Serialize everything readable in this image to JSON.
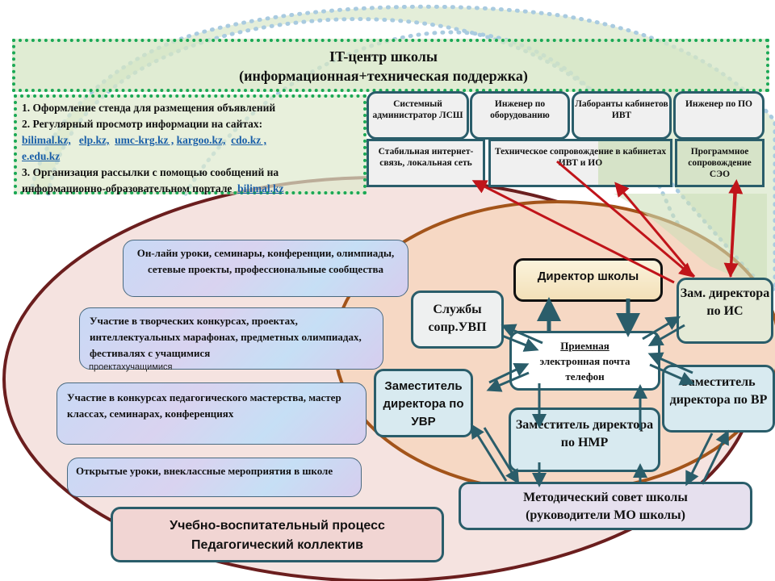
{
  "it_center": {
    "title_line1": "IT-центр  школы",
    "title_line2": "(информационная+техническая  поддержка)"
  },
  "info_tasks": {
    "item1": "1. Оформление стенда для размещения объявлений",
    "item2": "2. Регулярный просмотр информации на сайтах:",
    "sites": [
      "bilimal.kz,",
      "elp.kz,",
      "umc-krg.kz ,",
      "kargoo.kz,",
      "cdo.kz ,",
      "e.edu.kz"
    ],
    "item3": "3. Организация рассылки с помощью сообщений на информационно-образовательном портале",
    "portal_link": "bilimal.kz"
  },
  "roles": [
    {
      "label": "Системный администратор ЛСШ"
    },
    {
      "label": "Инженер по оборудованию"
    },
    {
      "label": "Лаборанты кабинетов ИВТ"
    },
    {
      "label": "Инженер по ПО"
    }
  ],
  "services": [
    {
      "label": "Стабильная интернет-связь, локальная сеть"
    },
    {
      "label": "Техническое сопровождение в кабинетах ИВТ и ИО"
    },
    {
      "label": "Программное сопровождение СЭО"
    }
  ],
  "activities": [
    {
      "label": "Он-лайн уроки, семинары, конференции, олимпиады, сетевые проекты, профессиональные сообщества"
    },
    {
      "label": "Участие в творческих конкурсах, проектах, интеллектуальных марафонах, предметных олимпиадах, фестивалях с учащимися",
      "overflow": "проектахучащимися"
    },
    {
      "label": "Участие в конкурсах педагогического мастерства, мастер классах, семинарах, конференциях"
    },
    {
      "label": "Открытые уроки, внеклассные мероприятия в школе"
    }
  ],
  "process": {
    "line1": "Учебно-воспитательный  процесс",
    "line2": "Педагогический  коллектив"
  },
  "org": {
    "director": "Директор школы",
    "services_uvp": "Службы сопр.УВП",
    "deputy_is": "Зам. директора по ИС",
    "reception_title": "Приемная",
    "reception_line2": "электронная почта",
    "reception_line3": "телефон",
    "deputy_uvr": "Заместитель директора по УВР",
    "deputy_vr": "Заместитель директора по ВР",
    "deputy_nmr": "Заместитель директора по НМР",
    "method_council_line1": "Методический совет школы",
    "method_council_line2": "(руководители МО школы)"
  },
  "colors": {
    "arrow_teal": "#2a5d6a",
    "arrow_red": "#c0141a",
    "dotted_green": "#1aa855",
    "outer_ellipse": "#6b1e1e",
    "inner_ellipse": "#a3541a"
  }
}
